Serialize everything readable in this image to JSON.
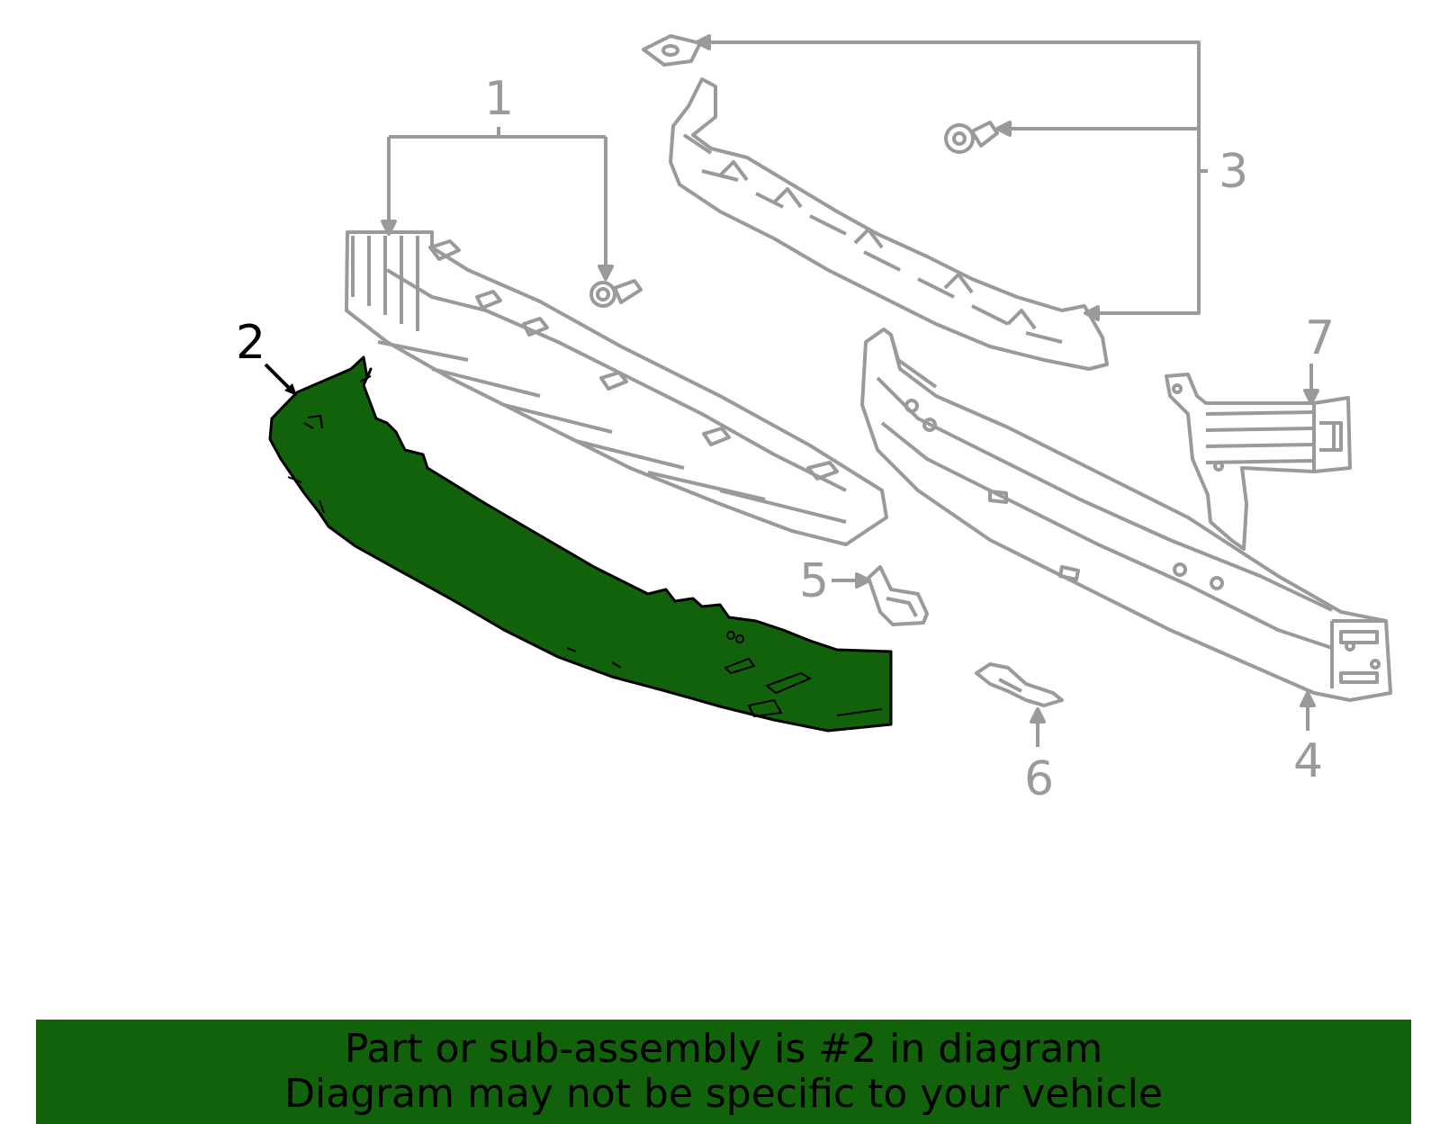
{
  "callouts": [
    {
      "id": 1,
      "label": "1"
    },
    {
      "id": 2,
      "label": "2"
    },
    {
      "id": 3,
      "label": "3"
    },
    {
      "id": 4,
      "label": "4"
    },
    {
      "id": 5,
      "label": "5"
    },
    {
      "id": 6,
      "label": "6"
    },
    {
      "id": 7,
      "label": "7"
    }
  ],
  "highlighted_part": "2",
  "colors": {
    "highlight_fill": "#12620c",
    "line_gray": "#9a9a9a",
    "banner_bg": "#12620c",
    "banner_text": "#000000"
  },
  "banner": {
    "line1": "Part or sub-assembly is #2 in diagram",
    "line2": "Diagram may not be specific to your vehicle"
  }
}
